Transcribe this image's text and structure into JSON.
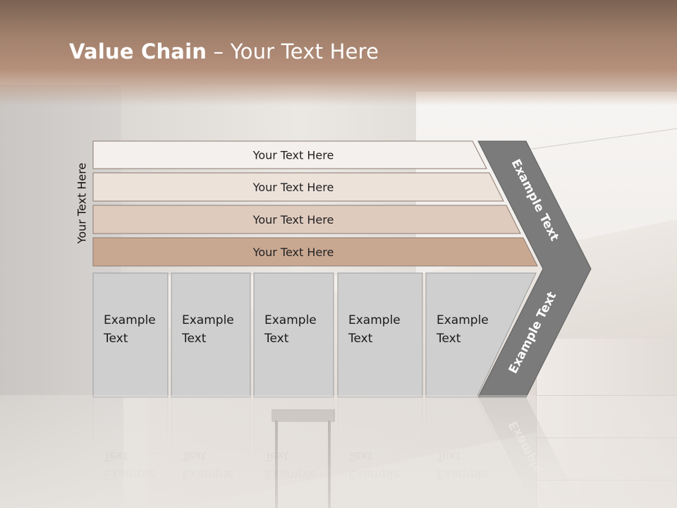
{
  "slide": {
    "title_bold": "Value Chain",
    "title_rest": " – Your Text Here",
    "side_label": "Your Text Here"
  },
  "bars": [
    {
      "label": "Your Text Here",
      "color": "#f4f0ed"
    },
    {
      "label": "Your Text Here",
      "color": "#ece2da"
    },
    {
      "label": "Your Text Here",
      "color": "#dfcbbe"
    },
    {
      "label": "Your Text Here",
      "color": "#c9a892"
    }
  ],
  "boxes": [
    {
      "line1": "Example",
      "line2": "Text"
    },
    {
      "line1": "Example",
      "line2": "Text"
    },
    {
      "line1": "Example",
      "line2": "Text"
    },
    {
      "line1": "Example",
      "line2": "Text"
    },
    {
      "line1": "Example",
      "line2": "Text"
    }
  ],
  "chevron": {
    "upper_label": "Example Text",
    "lower_label": "Example Text",
    "color": "#7b7b7b"
  },
  "colors": {
    "box_fill": "#cfcfcf",
    "box_stroke": "#9d9d9d",
    "bar_stroke": "#8c7b70"
  }
}
